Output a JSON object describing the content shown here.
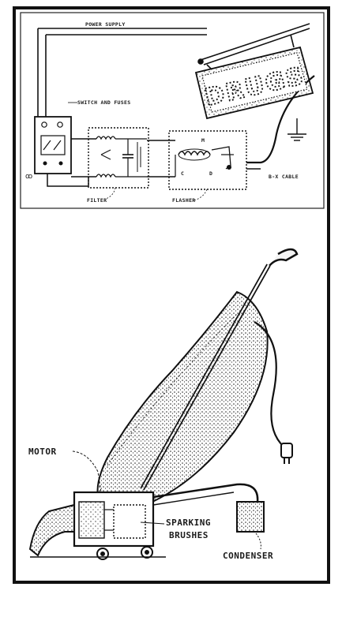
{
  "top_diagram": {
    "power_supply": "POWER SUPPLY",
    "switch_and_fuses": "SWITCH AND FUSES",
    "filter": "FILTER",
    "flasher": "FLASHER",
    "bx_cable": "B-X CABLE",
    "sign": "DRUGS",
    "flasher_parts": {
      "m": "M",
      "c": "C",
      "d": "D"
    }
  },
  "bottom_diagram": {
    "motor": "MOTOR",
    "sparking_brushes_1": "SPARKING",
    "sparking_brushes_2": "BRUSHES",
    "condenser": "CONDENSER"
  }
}
